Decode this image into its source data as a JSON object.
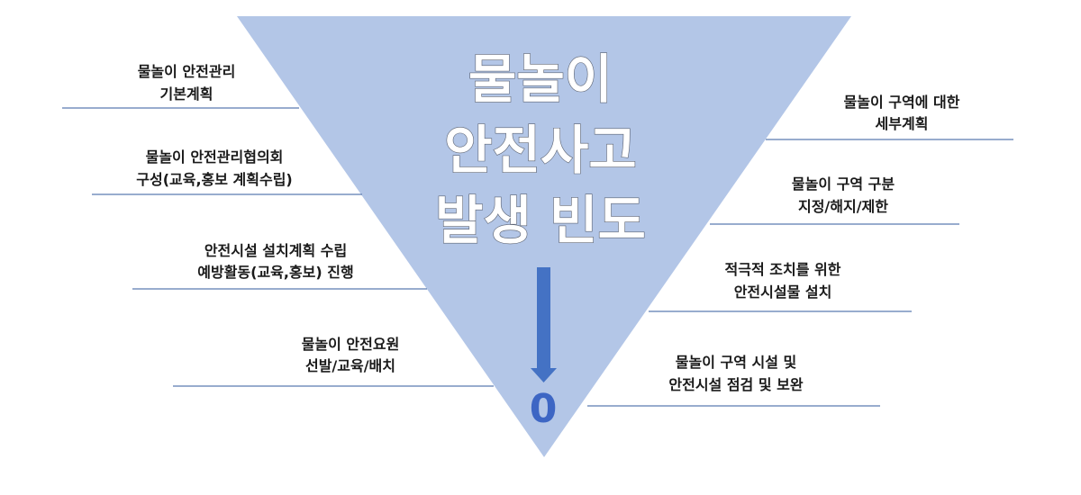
{
  "title_lines": [
    "물놀이",
    "안전사고",
    "발생 빈도"
  ],
  "target_value": "0",
  "colors": {
    "triangle": "#b3c6e7",
    "arrow": "#4472c4",
    "zero": "#3d66c4",
    "line": "#5b7bb0",
    "title_fill": "#ffffff"
  },
  "left_items": [
    {
      "lines": [
        "물놀이 안전관리",
        "기본계획"
      ]
    },
    {
      "lines": [
        "물놀이 안전관리협의회",
        "구성(교육,홍보 계획수립)"
      ]
    },
    {
      "lines": [
        "안전시설 설치계획 수립",
        "예방활동(교육,홍보) 진행"
      ]
    },
    {
      "lines": [
        "물놀이 안전요원",
        "선발/교육/배치"
      ]
    }
  ],
  "right_items": [
    {
      "lines": [
        "물놀이 구역에 대한",
        "세부계획"
      ]
    },
    {
      "lines": [
        "물놀이 구역 구분",
        "지정/해지/제한"
      ]
    },
    {
      "lines": [
        "적극적 조치를 위한",
        "안전시설물 설치"
      ]
    },
    {
      "lines": [
        "물놀이 구역 시설 및",
        "안전시설 점검 및 보완"
      ]
    }
  ]
}
